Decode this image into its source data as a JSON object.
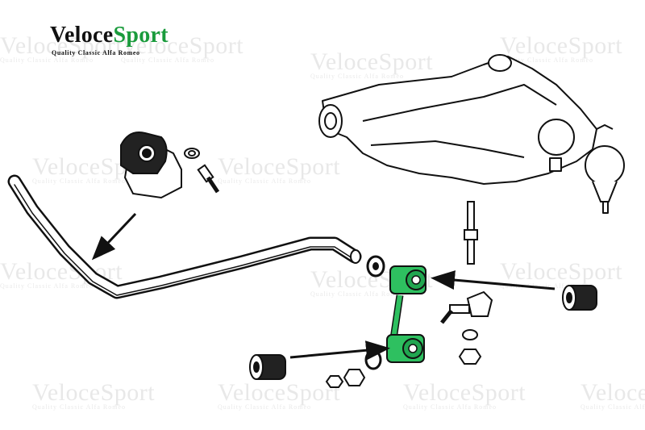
{
  "logo": {
    "brand_prefix": "Veloce",
    "brand_suffix": "Sport",
    "tagline": "Quality Classic Alfa Romeo",
    "brand_color": "#1a9b3c"
  },
  "watermark": {
    "word": "VeloceSport",
    "tagline": "Quality Classic Alfa Romeo"
  },
  "diagram": {
    "subject": "front anti-roll bar drop link assembly",
    "highlight_color": "#2ec060",
    "line_color": "#111111"
  }
}
